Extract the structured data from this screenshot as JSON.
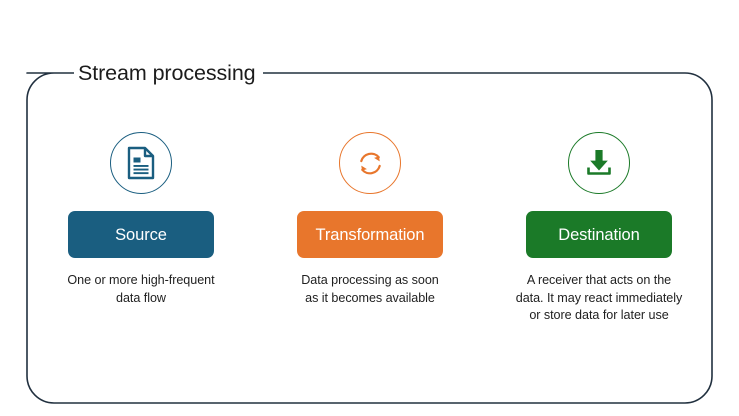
{
  "slide": {
    "title": "Stream processing",
    "background_color": "#ffffff",
    "frame_border_color": "#21303f"
  },
  "columns": [
    {
      "id": "source",
      "icon": "document-icon",
      "icon_color": "#1a5e80",
      "label": "Source",
      "card_color": "#1a5e80",
      "description": "One or more high-frequent data flow"
    },
    {
      "id": "transformation",
      "icon": "refresh-cycle-icon",
      "icon_color": "#e8762c",
      "label": "Transformation",
      "card_color": "#e8762c",
      "description": "Data processing as soon as it becomes available"
    },
    {
      "id": "destination",
      "icon": "download-icon",
      "icon_color": "#1b7a28",
      "label": "Destination",
      "card_color": "#1b7a28",
      "description": "A receiver that acts on the data. It may react immediately or store data for later use"
    }
  ]
}
